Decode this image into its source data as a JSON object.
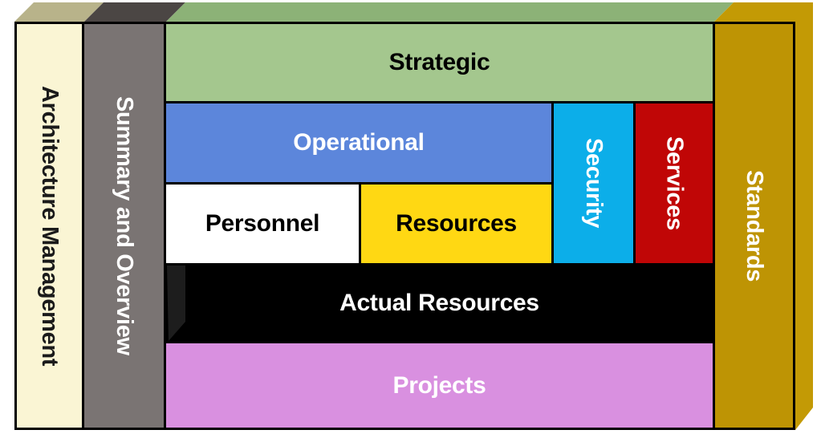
{
  "diagram": {
    "name": "architecture-management-framework-cube",
    "columns": {
      "architecture": {
        "label": "Architecture Management",
        "bg": "#FAF5D4",
        "text_color": "#000000"
      },
      "summary": {
        "label": "Summary and Overview",
        "bg": "#7A7473",
        "text_color": "#FFFFFF"
      },
      "standards": {
        "label": "Standards",
        "bg": "#BE9404",
        "text_color": "#FFFFFF"
      }
    },
    "blocks": {
      "strategic": {
        "label": "Strategic",
        "bg": "#A4C78E",
        "text_color": "#000000"
      },
      "operational": {
        "label": "Operational",
        "bg": "#5C86DB",
        "text_color": "#FFFFFF"
      },
      "personnel": {
        "label": "Personnel",
        "bg": "#FFFFFF",
        "text_color": "#000000"
      },
      "resources": {
        "label": "Resources",
        "bg": "#FFD813",
        "text_color": "#000000"
      },
      "security": {
        "label": "Security",
        "bg": "#0CAEE9",
        "text_color": "#FFFFFF"
      },
      "services": {
        "label": "Services",
        "bg": "#C00606",
        "text_color": "#FFFFFF"
      },
      "actual_resources": {
        "label": "Actual Resources",
        "bg": "#000000",
        "text_color": "#FFFFFF"
      },
      "projects": {
        "label": "Projects",
        "bg": "#D990E0",
        "text_color": "#FFFFFF"
      }
    },
    "cube_faces": {
      "top_face_architecture": "#B8B38A",
      "top_face_summary": "#4B4644",
      "top_face_main": "#8CB277",
      "top_right_face_standards": "#C39A05",
      "border_color": "#000000"
    }
  }
}
